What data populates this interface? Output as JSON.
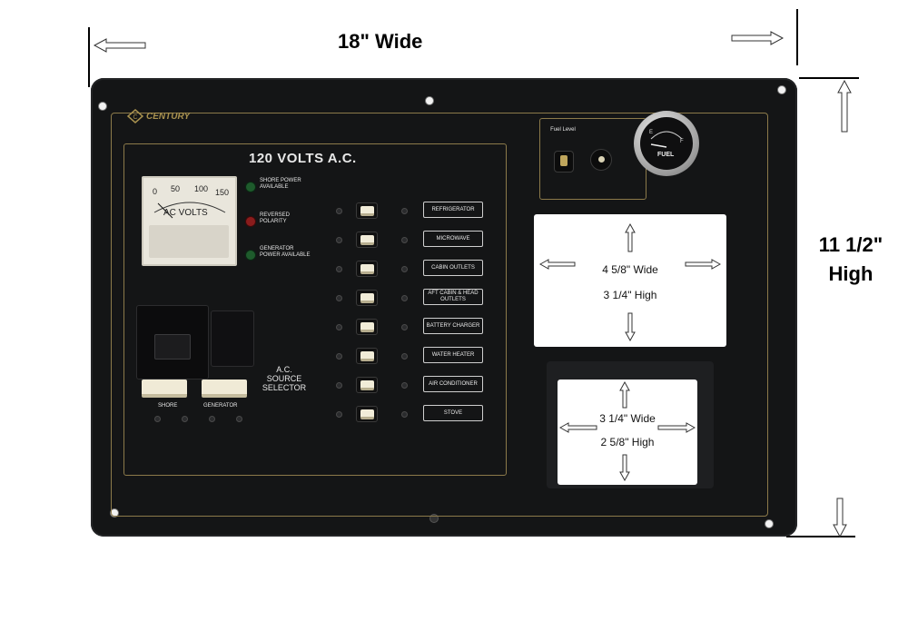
{
  "dimensions": {
    "width_label": "18\" Wide",
    "height_label_1": "11 1/2\"",
    "height_label_2": "High"
  },
  "panel": {
    "brand": "CENTURY",
    "main_title": "120 VOLTS A.C.",
    "meter": {
      "scale_labels": [
        "0",
        "50",
        "100",
        "150"
      ],
      "unit": "AC VOLTS"
    },
    "indicators": [
      {
        "label": "SHORE POWER AVAILABLE",
        "color": "#1e5b2c"
      },
      {
        "label": "REVERSED POLARITY",
        "color": "#8a1c1c"
      },
      {
        "label": "GENERATOR POWER AVAILABLE",
        "color": "#1e5b2c"
      }
    ],
    "source_selector": {
      "label": "A.C. SOURCE SELECTOR",
      "shore": "SHORE",
      "generator": "GENERATOR"
    },
    "breakers": [
      "REFRIGERATOR",
      "MICROWAVE",
      "CABIN OUTLETS",
      "AFT CABIN & HEAD OUTLETS",
      "BATTERY CHARGER",
      "WATER HEATER",
      "AIR CONDITIONER",
      "STOVE"
    ],
    "fuel": {
      "label": "Fuel Level",
      "gauge_label": "FUEL",
      "gauge_marks": [
        "E",
        "F"
      ]
    },
    "cutout_large": {
      "width_text": "4 5/8\" Wide",
      "height_text": "3 1/4\" High"
    },
    "cutout_small": {
      "width_text": "3 1/4\" Wide",
      "height_text": "2 5/8\" High"
    }
  }
}
